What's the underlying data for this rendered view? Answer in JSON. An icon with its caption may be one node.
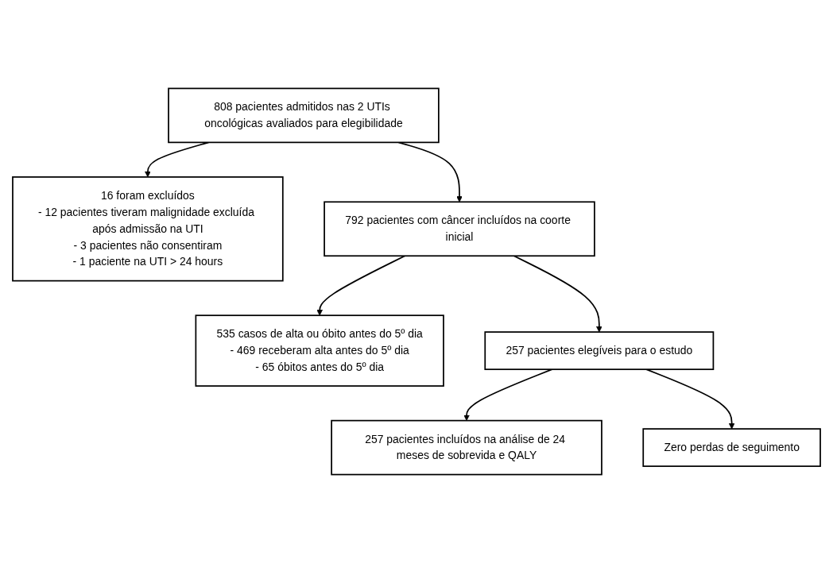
{
  "diagram": {
    "nodes": [
      {
        "text": [
          "808 pacientes admitidos nas 2 UTIs oncológicas avaliados para elegibilidade"
        ]
      },
      {
        "text": [
          "16 foram excluídos",
          "- 12 pacientes tiveram malignidade excluída após admissão na UTI",
          "- 3 pacientes não consentiram",
          "- 1 paciente na UTI > 24 hours"
        ]
      },
      {
        "text": [
          "792 pacientes com câncer incluídos na coorte inicial"
        ]
      },
      {
        "text": [
          "535 casos de alta ou óbito antes do 5º dia",
          "- 469 receberam alta antes do 5º dia",
          "- 65 óbitos antes do 5º dia"
        ]
      },
      {
        "text": [
          "257 pacientes elegíveis para o estudo"
        ]
      },
      {
        "text": [
          "Zero perdas de seguimento"
        ]
      },
      {
        "text": [
          "257 pacientes incluídos na análise de 24 meses de sobrevida e QALY"
        ]
      }
    ],
    "edges": [
      {
        "from": 0,
        "to": 2,
        "arrow": "to"
      },
      {
        "from": 0,
        "to": 1,
        "arrow": "to"
      },
      {
        "from": 2,
        "to": 4,
        "arrow": "to"
      },
      {
        "from": 2,
        "to": 3,
        "arrow": "to"
      },
      {
        "from": 4,
        "to": 6,
        "arrow": "to"
      },
      {
        "from": 4,
        "to": 5,
        "arrow": "to"
      }
    ]
  }
}
